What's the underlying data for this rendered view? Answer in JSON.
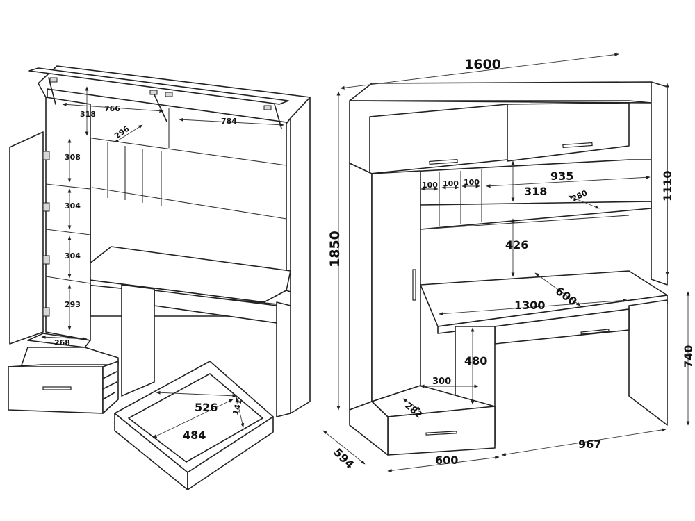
{
  "left_view": {
    "dims": {
      "hinge_span": "766",
      "top_height": "318",
      "top_depth": "296",
      "top_right_width": "784",
      "shelf_1": "308",
      "shelf_2": "304",
      "shelf_3": "304",
      "shelf_4": "293",
      "bottom_depth": "268",
      "drawer_inner_length": "526",
      "drawer_inner_width": "484",
      "drawer_height": "141"
    }
  },
  "right_view": {
    "dims": {
      "total_width": "1600",
      "total_height": "1850",
      "hutch_height": "1110",
      "desk_height": "740",
      "cubby_1": "100",
      "cubby_2": "100",
      "cubby_3": "100",
      "shelf_width": "935",
      "shelf_height": "318",
      "shelf_depth": "280",
      "mid_gap": "426",
      "desk_depth": "600",
      "desk_width": "1300",
      "leg_height": "480",
      "cabinet_inner": "300",
      "cabinet_depth": "282",
      "base_depth": "594",
      "base_width": "600",
      "desk_span": "967"
    }
  }
}
